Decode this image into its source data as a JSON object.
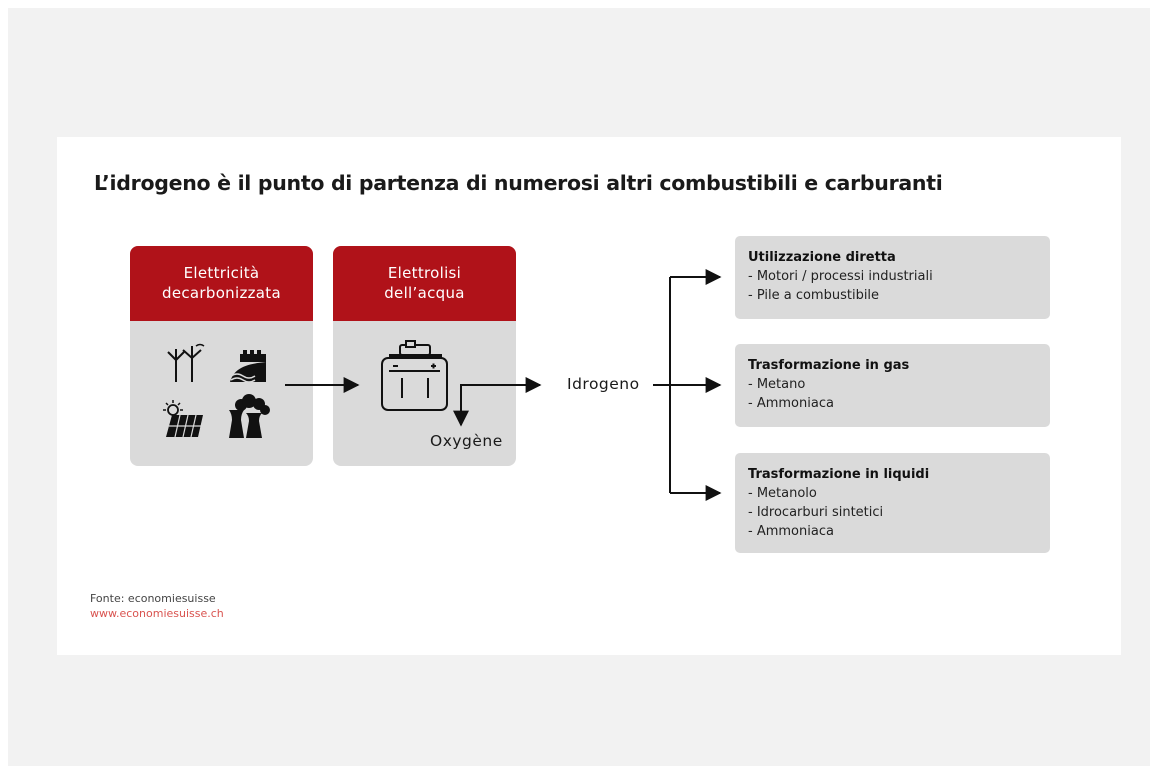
{
  "title": "L’idrogeno è il punto di partenza di numerosi altri combustibili e carburanti",
  "boxes": [
    {
      "line1": "Elettricità",
      "line2": "decarbonizzata"
    },
    {
      "line1": "Elettrolisi",
      "line2": "dell’acqua"
    }
  ],
  "labels": {
    "oxygen": "Oxygène",
    "hydrogen": "Idrogeno"
  },
  "outputs": [
    {
      "heading": "Utilizzazione diretta",
      "items": [
        "- Motori / processi industriali",
        "- Pile a combustibile"
      ]
    },
    {
      "heading": "Trasformazione in gas",
      "items": [
        "- Metano",
        "- Ammoniaca"
      ]
    },
    {
      "heading": "Trasformazione in liquidi",
      "items": [
        "- Metanolo",
        "- Idrocarburi sintetici",
        "- Ammoniaca"
      ]
    }
  ],
  "source": {
    "label": "Fonte: economiesuisse",
    "url": "www.economiesuisse.ch"
  },
  "colors": {
    "accent": "#b01219",
    "box": "#dadada",
    "link": "#d9534f"
  },
  "icons": [
    "wind-turbine-icon",
    "hydro-dam-icon",
    "solar-panel-icon",
    "power-plant-icon",
    "electrolyzer-icon"
  ]
}
